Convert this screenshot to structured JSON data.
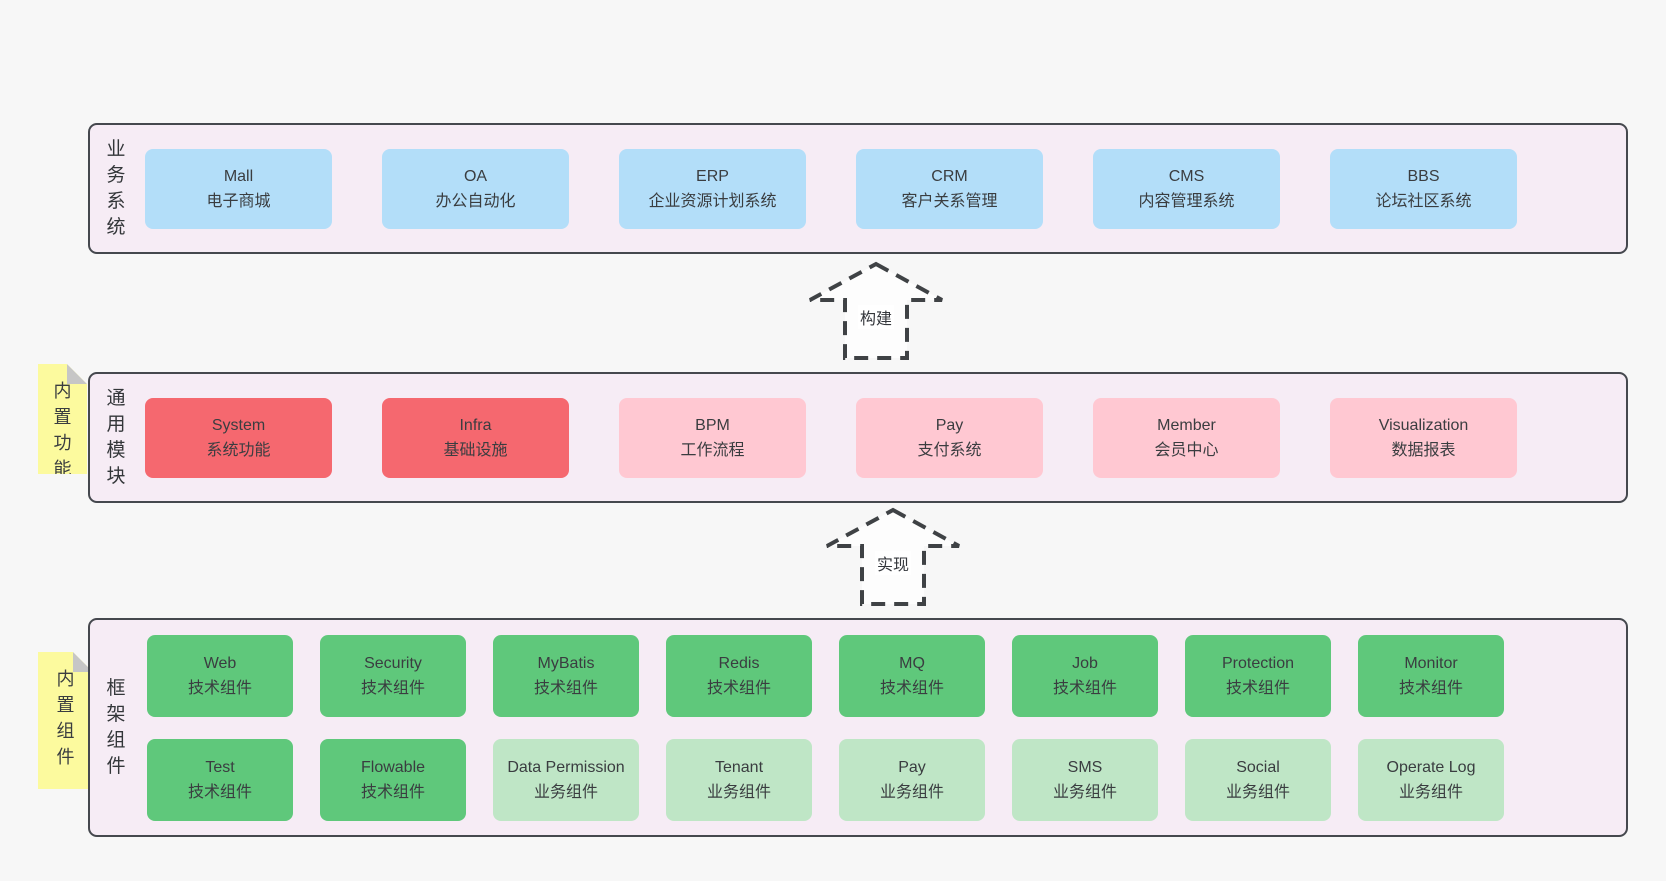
{
  "colors": {
    "page_bg": "#f7f7f7",
    "container_bg": "#f6ecf5",
    "container_border": "#45484e",
    "box_blue": "#b3def9",
    "box_red": "#f5686f",
    "box_pink": "#ffc8d2",
    "box_green": "#5fc87b",
    "box_light_green": "#bfe6c6",
    "note_yellow": "#fcfa9e",
    "note_fold_gray": "#c6c6c6",
    "text": "#3a3d40"
  },
  "layers": [
    {
      "label": "业务系统",
      "boxes": [
        {
          "name": "Mall",
          "desc": "电子商城"
        },
        {
          "name": "OA",
          "desc": "办公自动化"
        },
        {
          "name": "ERP",
          "desc": "企业资源计划系统"
        },
        {
          "name": "CRM",
          "desc": "客户关系管理"
        },
        {
          "name": "CMS",
          "desc": "内容管理系统"
        },
        {
          "name": "BBS",
          "desc": "论坛社区系统"
        }
      ]
    },
    {
      "label": "通用模块",
      "boxes": [
        {
          "name": "System",
          "desc": "系统功能"
        },
        {
          "name": "Infra",
          "desc": "基础设施"
        },
        {
          "name": "BPM",
          "desc": "工作流程"
        },
        {
          "name": "Pay",
          "desc": "支付系统"
        },
        {
          "name": "Member",
          "desc": "会员中心"
        },
        {
          "name": "Visualization",
          "desc": "数据报表"
        }
      ]
    },
    {
      "label": "框架组件",
      "boxes": [
        {
          "name": "Web",
          "desc": "技术组件"
        },
        {
          "name": "Security",
          "desc": "技术组件"
        },
        {
          "name": "MyBatis",
          "desc": "技术组件"
        },
        {
          "name": "Redis",
          "desc": "技术组件"
        },
        {
          "name": "MQ",
          "desc": "技术组件"
        },
        {
          "name": "Job",
          "desc": "技术组件"
        },
        {
          "name": "Protection",
          "desc": "技术组件"
        },
        {
          "name": "Monitor",
          "desc": "技术组件"
        },
        {
          "name": "Test",
          "desc": "技术组件"
        },
        {
          "name": "Flowable",
          "desc": "技术组件"
        },
        {
          "name": "Data Permission",
          "desc": "业务组件"
        },
        {
          "name": "Tenant",
          "desc": "业务组件"
        },
        {
          "name": "Pay",
          "desc": "业务组件"
        },
        {
          "name": "SMS",
          "desc": "业务组件"
        },
        {
          "name": "Social",
          "desc": "业务组件"
        },
        {
          "name": "Operate Log",
          "desc": "业务组件"
        }
      ]
    }
  ],
  "arrows": [
    {
      "label": "构建"
    },
    {
      "label": "实现"
    }
  ],
  "notes": [
    {
      "text": "内置功能"
    },
    {
      "text": "内置组件"
    }
  ]
}
